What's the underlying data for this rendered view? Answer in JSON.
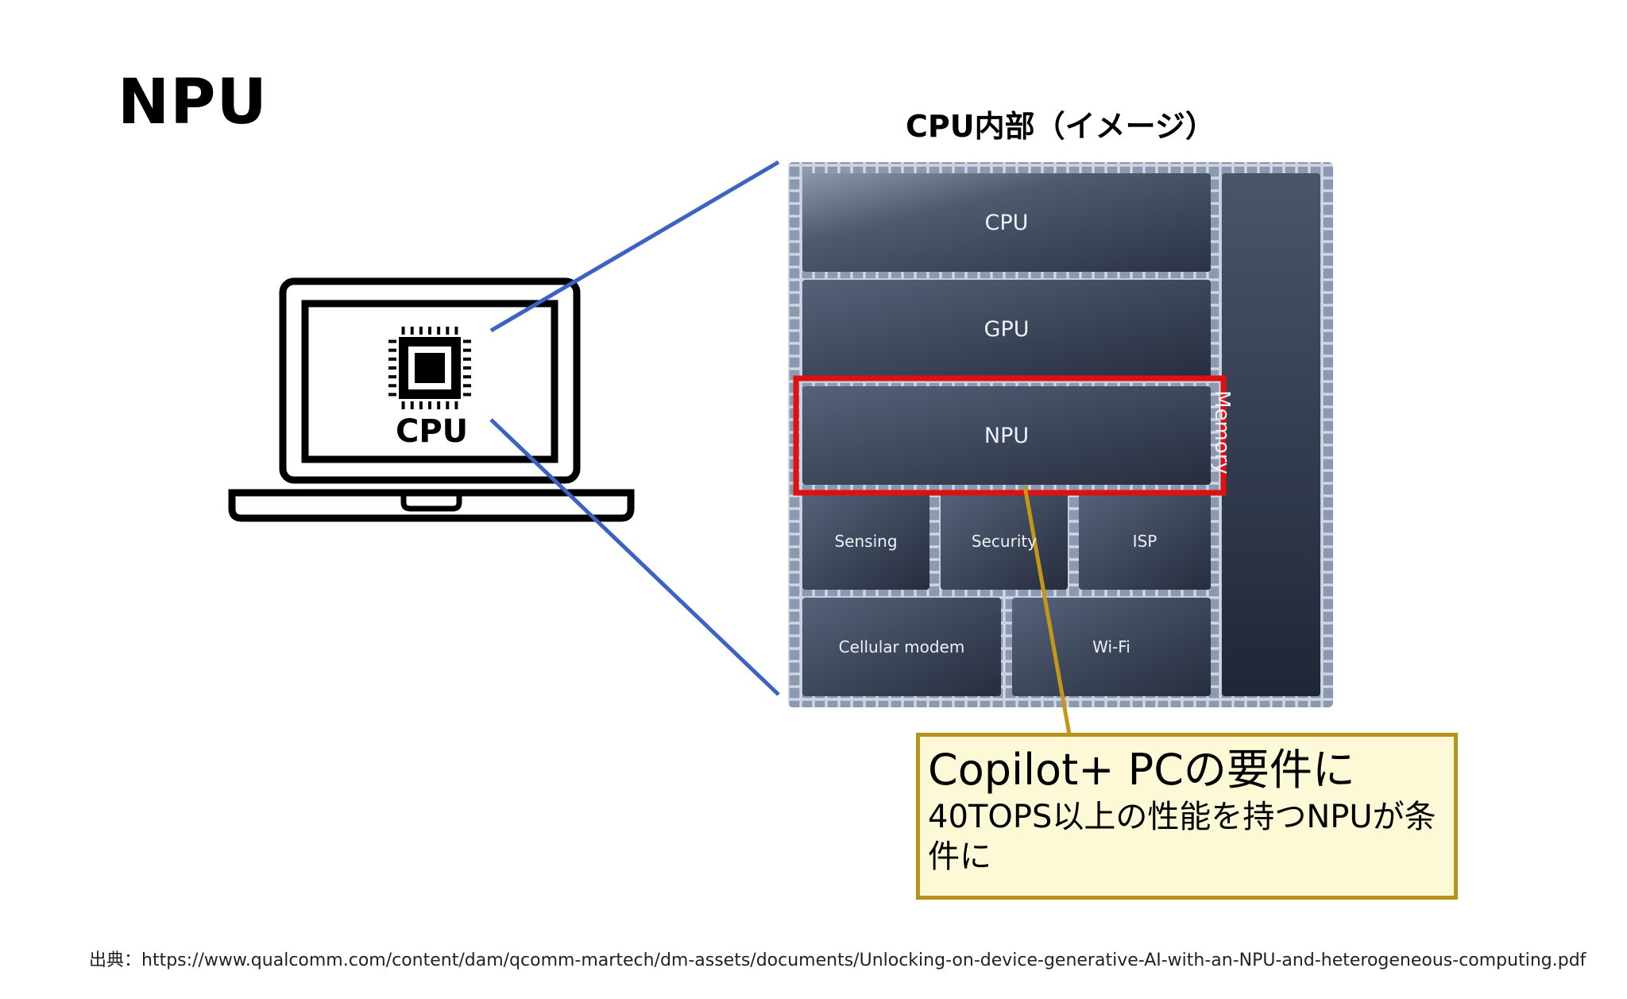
{
  "slide": {
    "title": "NPU",
    "chip_caption": "CPU内部（イメージ）",
    "laptop_label": "CPU",
    "source": "出典：https://www.qualcomm.com/content/dam/qcomm-martech/dm-assets/documents/Unlocking-on-device-generative-AI-with-an-NPU-and-heterogeneous-computing.pdf"
  },
  "chip": {
    "blocks": {
      "cpu": "CPU",
      "gpu": "GPU",
      "npu": "NPU",
      "sensing": "Sensing",
      "security": "Security",
      "isp": "ISP",
      "cellular": "Cellular modem",
      "wifi": "Wi-Fi",
      "memory": "Memory"
    }
  },
  "callout": {
    "title": "Copilot+ PCの要件に",
    "body": "40TOPS以上の性能を持つNPUが条件に"
  },
  "colors": {
    "zoom_lines": "#3a63c4",
    "highlight": "#e01010",
    "leader": "#c4961a",
    "callout_border": "#b8931a",
    "callout_fill": "#fdf8d6"
  },
  "icons": {
    "laptop": "laptop-icon",
    "processor": "cpu-chip-icon"
  }
}
